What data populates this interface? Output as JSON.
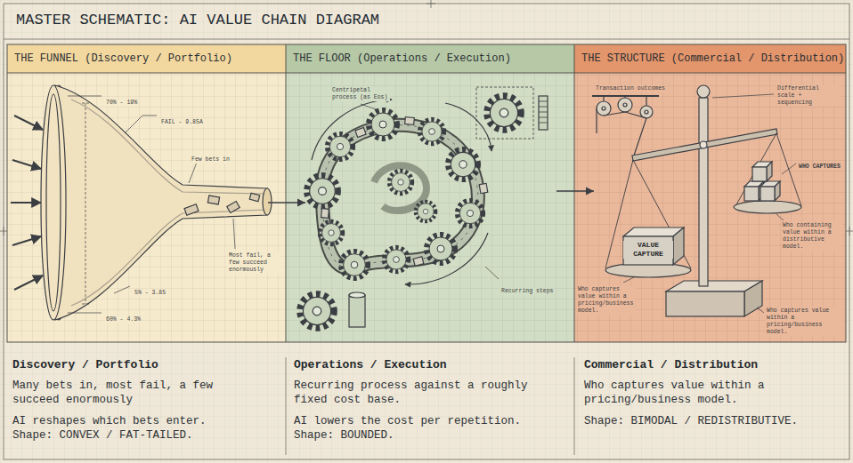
{
  "diagram": {
    "title": "MASTER SCHEMATIC: AI VALUE CHAIN DIAGRAM",
    "nodes": [
      {
        "text": [
          "THE FUNNEL (Discovery / Portfolio)"
        ]
      },
      {
        "text": [
          "THE FLOOR (Operations / Execution)"
        ]
      },
      {
        "text": [
          "THE STRUCTURE (Commercial / Distribution)"
        ]
      },
      {
        "text": [
          "Discovery / Portfolio",
          "Many bets in, most fail, a few succeed enormously",
          "AI reshapes which bets enter. Shape: CONVEX / FAT-TAILED."
        ]
      },
      {
        "text": [
          "Operations / Execution",
          "Recurring process against a roughly fixed cost base.",
          "AI lowers the cost per repetition. Shape: BOUNDED."
        ]
      },
      {
        "text": [
          "Commercial / Distribution",
          "Who captures value within a pricing/business model.",
          "Shape: BIMODAL / REDISTRIBUTIVE."
        ]
      }
    ],
    "edges": [
      {
        "from": 0,
        "to": 1,
        "arrow": "to"
      },
      {
        "from": 1,
        "to": 2,
        "arrow": "to"
      }
    ],
    "labels": [
      "70% - 19%",
      "FAIL - 9.85A",
      "Few bets in",
      "Most fail, a few succeed enormously",
      "5% - 3.85",
      "60% - 4.3%",
      "Centripetal process (as Eos)",
      "Recurring steps",
      "Transaction outcomes",
      "Differential scale + sequencing",
      "WHO CAPTURES",
      "Who captures value within a pricing/business model.",
      "Who containing value within a distributive model.",
      "Who captures value within a pricing/business model.",
      "VALUE CAPTURE"
    ]
  }
}
